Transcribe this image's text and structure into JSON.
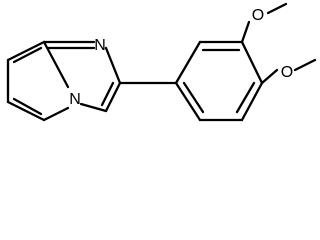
{
  "molecule": {
    "atoms": {
      "imidazole_n": "N",
      "bridgehead_n": "N",
      "upper_methoxy_o": "O",
      "lower_methoxy_o": "O"
    }
  }
}
